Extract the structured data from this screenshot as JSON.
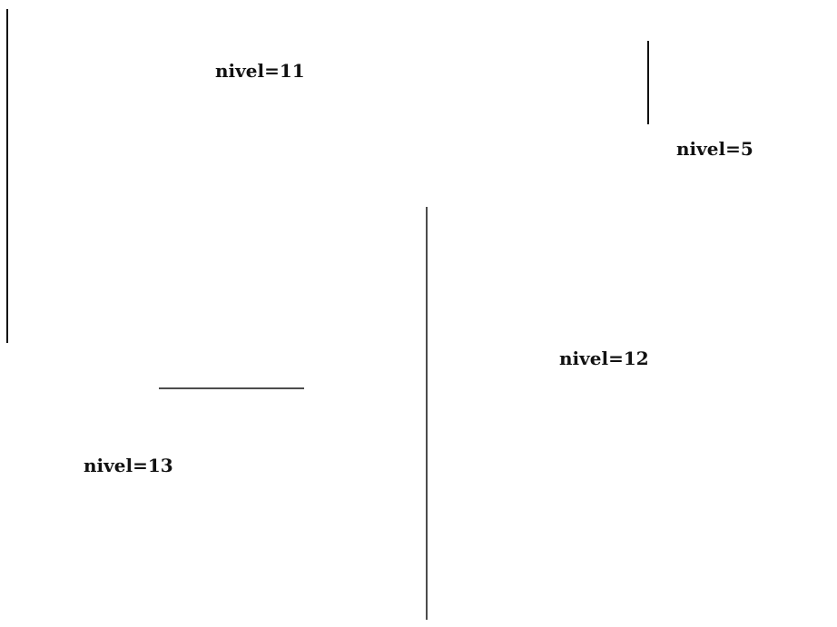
{
  "figures": [
    {
      "id": "c11",
      "label": "nivel=11",
      "level": 11
    },
    {
      "id": "c5",
      "label": "nivel=5",
      "level": 5
    },
    {
      "id": "c12",
      "label": "nivel=12",
      "level": 12
    },
    {
      "id": "c13",
      "label": "nivel=13",
      "level": 13
    }
  ],
  "colors": {
    "stroke": "#111111",
    "background": "#ffffff"
  }
}
